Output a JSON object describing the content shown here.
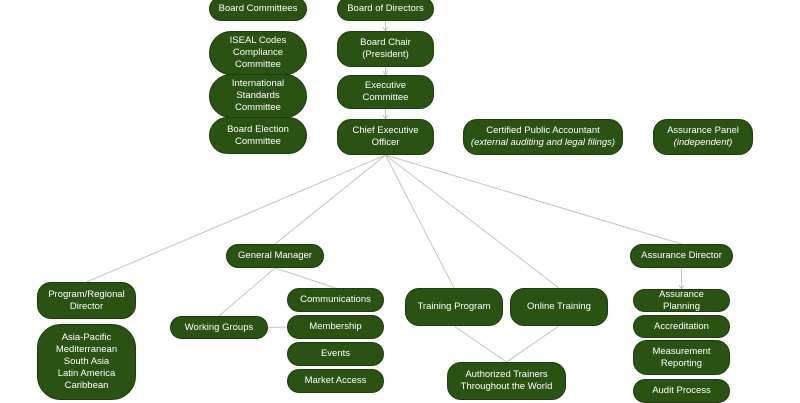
{
  "colors": {
    "node_fill": "#2a5213",
    "node_text": "#ffffff",
    "connector": "#c4c4c4"
  },
  "nodes": {
    "board_committees": {
      "lines": [
        "Board Committees"
      ]
    },
    "board_of_directors": {
      "lines": [
        "Board of Directors"
      ]
    },
    "iseal": {
      "lines": [
        "ISEAL Codes",
        "Compliance",
        "Committee"
      ]
    },
    "board_chair": {
      "lines": [
        "Board Chair",
        "(President)"
      ]
    },
    "international_standards": {
      "lines": [
        "International",
        "Standards Committee"
      ]
    },
    "executive_committee": {
      "lines": [
        "Executive Committee"
      ]
    },
    "board_election": {
      "lines": [
        "Board Election",
        "Committee"
      ]
    },
    "ceo": {
      "lines": [
        "Chief Executive Officer"
      ]
    },
    "cpa": {
      "lines": [
        "Certified Public Accountant"
      ],
      "note": "(external auditing and legal filings)"
    },
    "assurance_panel": {
      "lines": [
        "Assurance Panel"
      ],
      "note": "(independent)"
    },
    "general_manager": {
      "lines": [
        "General Manager"
      ]
    },
    "assurance_director": {
      "lines": [
        "Assurance Director"
      ]
    },
    "program_director": {
      "lines": [
        "Program/Regional",
        "Director"
      ]
    },
    "regions": {
      "lines": [
        "Asia-Pacific",
        "Mediterranean",
        "South Asia",
        "Latin America",
        "Caribbean"
      ]
    },
    "working_groups": {
      "lines": [
        "Working Groups"
      ]
    },
    "communications": {
      "lines": [
        "Communications"
      ]
    },
    "membership": {
      "lines": [
        "Membership"
      ]
    },
    "events": {
      "lines": [
        "Events"
      ]
    },
    "market_access": {
      "lines": [
        "Market Access"
      ]
    },
    "training_program": {
      "lines": [
        "Training Program"
      ]
    },
    "online_training": {
      "lines": [
        "Online Training"
      ]
    },
    "authorized_trainers": {
      "lines": [
        "Authorized Trainers",
        "Throughout the World"
      ]
    },
    "assurance_planning": {
      "lines": [
        "Assurance Planning"
      ]
    },
    "accreditation": {
      "lines": [
        "Accreditation"
      ]
    },
    "measurement_reporting": {
      "lines": [
        "Measurement",
        "Reporting"
      ]
    },
    "audit_process": {
      "lines": [
        "Audit Process"
      ]
    }
  }
}
